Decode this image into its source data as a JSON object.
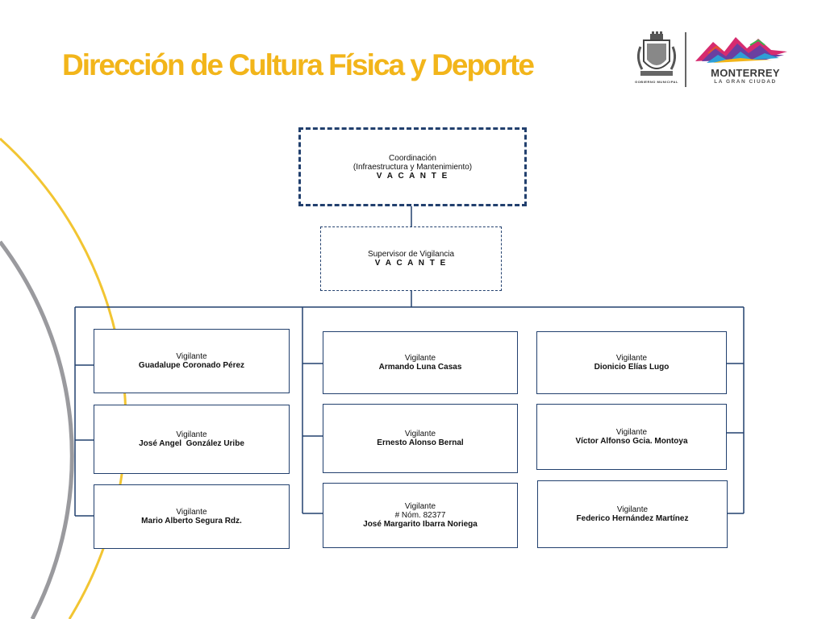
{
  "title": "Dirección de Cultura Física y Deporte",
  "colors": {
    "title": "#f2b51a",
    "line": "#22406e",
    "arc_yellow": "#f2c532",
    "arc_gray": "#9a9a9e"
  },
  "logo": {
    "seal_caption": "GOBIERNO MUNICIPAL",
    "brand_name": "MONTERREY",
    "brand_tagline": "LA GRAN CIUDAD",
    "seal_icon": "municipal-seal-icon",
    "brand_icon": "monterrey-mountains-logo"
  },
  "org": {
    "coordinacion": {
      "role": "Coordinación",
      "detail": "(Infraestructura y Mantenimiento)",
      "status": "V A C A N T E"
    },
    "supervisor": {
      "role": "Supervisor de Vigilancia",
      "status": "V A C A N T E"
    },
    "vigilantes": [
      {
        "role": "Vigilante",
        "name": "Guadalupe Coronado Pérez"
      },
      {
        "role": "Vigilante",
        "name": "José Angel  González Uribe"
      },
      {
        "role": "Vigilante",
        "name": "Mario Alberto Segura Rdz."
      },
      {
        "role": "Vigilante",
        "name": "Armando Luna Casas"
      },
      {
        "role": "Vigilante",
        "name": "Ernesto Alonso Bernal"
      },
      {
        "role": "Vigilante",
        "number": "# Nóm. 82377",
        "name": "José Margarito Ibarra Noriega"
      },
      {
        "role": "Vigilante",
        "name": "Dionicio Elías Lugo"
      },
      {
        "role": "Vigilante",
        "name": "Víctor Alfonso Gcia. Montoya"
      },
      {
        "role": "Vigilante",
        "name": "Federico Hernández Martínez"
      }
    ]
  }
}
